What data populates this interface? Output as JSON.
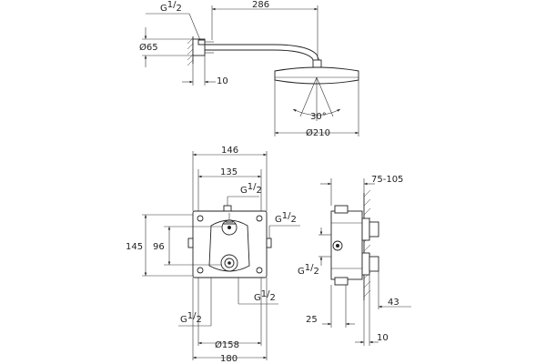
{
  "shower_head_view": {
    "thread_label": "G",
    "thread_sup": "1",
    "thread_sub": "2",
    "arm_length": "286",
    "flange_diameter": "Ø65",
    "flange_depth": "10",
    "spray_angle": "30°",
    "head_diameter": "Ø210"
  },
  "front_view": {
    "width_outer": "146",
    "width_inner": "135",
    "height_outer": "145",
    "height_inner": "96",
    "thread_top": {
      "label": "G",
      "sup": "1",
      "sub": "2"
    },
    "thread_right_upper": {
      "label": "G",
      "sup": "1",
      "sub": "2"
    },
    "thread_right_lower": {
      "label": "G",
      "sup": "1",
      "sub": "2"
    },
    "thread_bottom_left": {
      "label": "G",
      "sup": "1",
      "sub": "2"
    },
    "faceplate_diameter": "Ø158",
    "faceplate_width": "180"
  },
  "side_view": {
    "install_depth": "75-105",
    "thread_side": {
      "label": "G",
      "sup": "1",
      "sub": "2"
    },
    "dim_25": "25",
    "dim_43": "43",
    "dim_10": "10"
  }
}
